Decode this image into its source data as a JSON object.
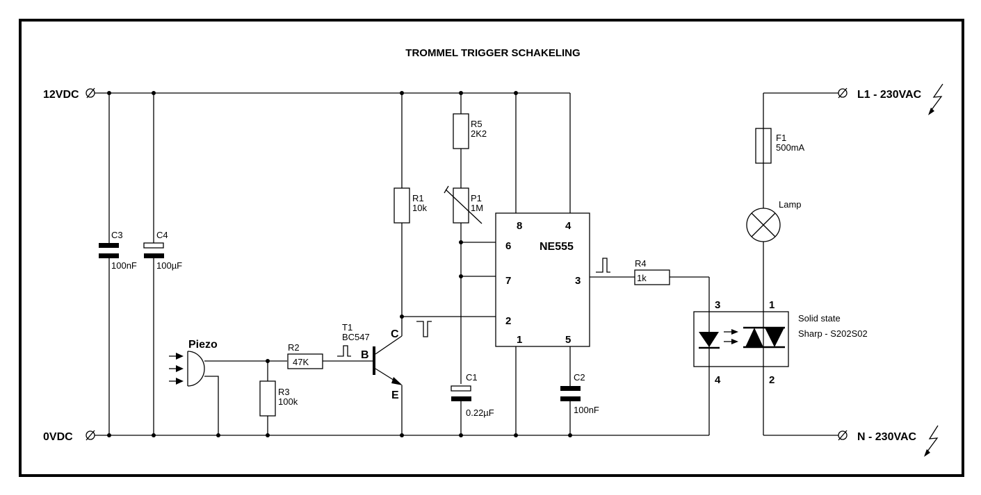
{
  "title": "TROMMEL TRIGGER SCHAKELING",
  "terminals": {
    "vcc": "12VDC",
    "gnd": "0VDC",
    "line": "L1 - 230VAC",
    "neutral": "N - 230VAC"
  },
  "components": {
    "C3": {
      "ref": "C3",
      "value": "100nF"
    },
    "C4": {
      "ref": "C4",
      "value": "100µF"
    },
    "R1": {
      "ref": "R1",
      "value": "10k"
    },
    "R5": {
      "ref": "R5",
      "value": "2K2"
    },
    "P1": {
      "ref": "P1",
      "value": "1M"
    },
    "R2": {
      "ref": "R2",
      "value": "47K"
    },
    "R3": {
      "ref": "R3",
      "value": "100k"
    },
    "R4": {
      "ref": "R4",
      "value": "1k"
    },
    "C1": {
      "ref": "C1",
      "value": "0.22µF"
    },
    "C2": {
      "ref": "C2",
      "value": "100nF"
    },
    "T1": {
      "ref": "T1",
      "value": "BC547",
      "pin_b": "B",
      "pin_c": "C",
      "pin_e": "E"
    },
    "F1": {
      "ref": "F1",
      "value": "500mA"
    },
    "lamp": {
      "label": "Lamp"
    },
    "piezo": {
      "label": "Piezo"
    },
    "ic": {
      "label": "NE555",
      "pins": {
        "p8": "8",
        "p4": "4",
        "p6": "6",
        "p7": "7",
        "p2": "2",
        "p3": "3",
        "p1": "1",
        "p5": "5"
      }
    },
    "ssr": {
      "line1": "Solid state",
      "line2": "Sharp - S202S02",
      "pins": {
        "p3": "3",
        "p1": "1",
        "p4": "4",
        "p2": "2"
      }
    }
  }
}
